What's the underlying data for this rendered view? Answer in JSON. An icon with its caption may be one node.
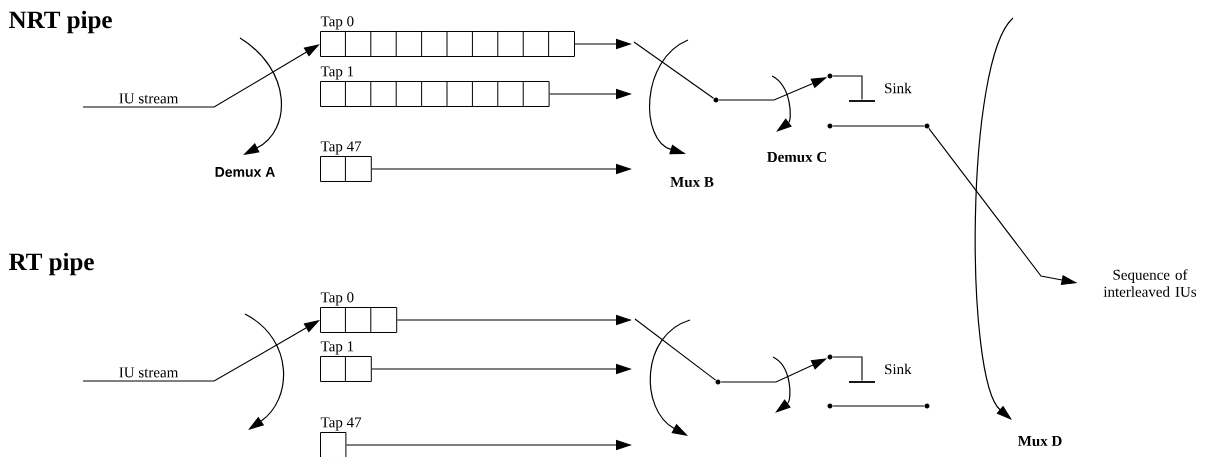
{
  "diagram": {
    "nodes": [
      {
        "text": [
          "IU stream"
        ]
      },
      {
        "text": [
          "Tap 0"
        ]
      },
      {
        "text": [
          "Tap 1"
        ]
      },
      {
        "text": [
          "Tap 47"
        ]
      },
      {
        "text": [],
        "shape": "circle"
      },
      {
        "text": [],
        "shape": "circle"
      },
      {
        "text": [],
        "shape": "bar",
        "beside": [
          "Sink"
        ]
      },
      {
        "text": [],
        "shape": "circle"
      },
      {
        "text": [],
        "shape": "circle"
      },
      {
        "text": [
          "Sequence of interleaved IUs"
        ]
      },
      {
        "text": [
          "IU stream"
        ]
      },
      {
        "text": [
          "Tap 0"
        ]
      },
      {
        "text": [
          "Tap 1"
        ]
      },
      {
        "text": [
          "Tap 47"
        ]
      },
      {
        "text": [],
        "shape": "circle"
      },
      {
        "text": [],
        "shape": "circle"
      },
      {
        "text": [],
        "shape": "bar",
        "beside": [
          "Sink"
        ]
      },
      {
        "text": [],
        "shape": "circle"
      },
      {
        "text": [],
        "shape": "circle"
      }
    ],
    "edges": [
      {
        "from": 0,
        "to": 1,
        "arrow": "to"
      },
      {
        "from": 1,
        "to": null,
        "arrow": "to"
      },
      {
        "from": 2,
        "to": null,
        "arrow": "to"
      },
      {
        "from": 3,
        "to": null,
        "arrow": "to"
      },
      {
        "from": null,
        "to": 4,
        "arrow": "none"
      },
      {
        "from": 4,
        "to": 5,
        "arrow": "to"
      },
      {
        "from": 5,
        "to": 6,
        "arrow": "none"
      },
      {
        "from": 7,
        "to": 8,
        "arrow": "none"
      },
      {
        "from": 8,
        "to": 9,
        "arrow": "to"
      },
      {
        "from": 10,
        "to": 11,
        "arrow": "to"
      },
      {
        "from": 11,
        "to": null,
        "arrow": "to"
      },
      {
        "from": 12,
        "to": null,
        "arrow": "to"
      },
      {
        "from": 13,
        "to": null,
        "arrow": "to"
      },
      {
        "from": null,
        "to": 14,
        "arrow": "none"
      },
      {
        "from": 14,
        "to": 15,
        "arrow": "to"
      },
      {
        "from": 15,
        "to": 16,
        "arrow": "none"
      },
      {
        "from": 17,
        "to": 18,
        "arrow": "none"
      }
    ],
    "labels": [
      "NRT pipe",
      "Demux A",
      "Mux B",
      "Demux C",
      "RT pipe",
      "Mux D"
    ]
  }
}
